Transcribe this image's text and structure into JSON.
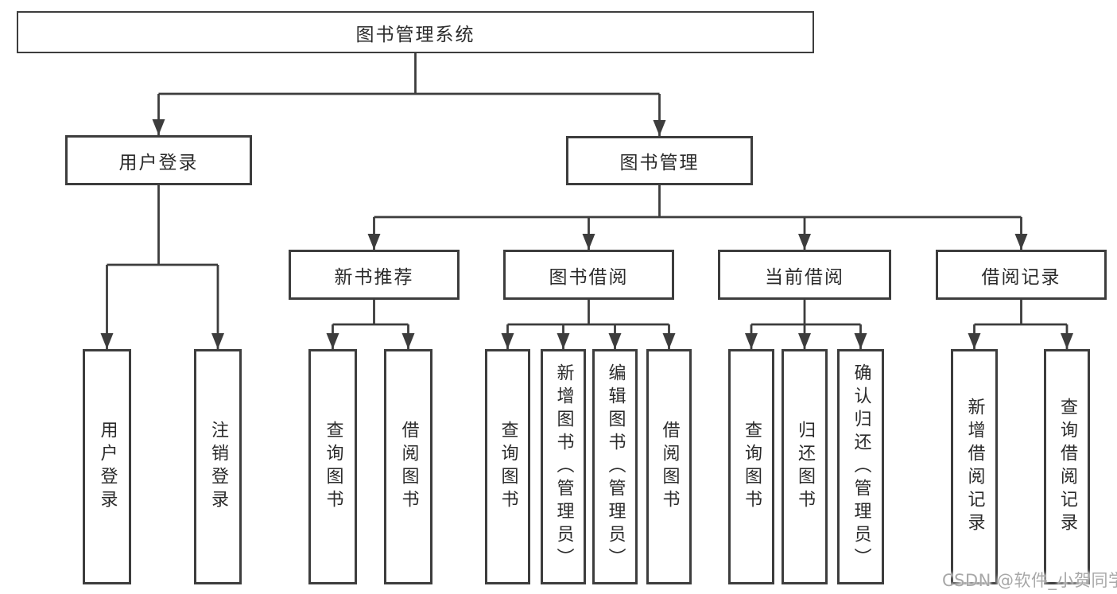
{
  "colors": {
    "line": "#3d3d3d",
    "border": "#3d3d3d",
    "text": "#2b2b2b",
    "watermark": "#a8a8a8",
    "background": "#ffffff"
  },
  "tree": {
    "label": "图书管理系统",
    "children": [
      {
        "label": "用户登录",
        "children": [
          {
            "label": "用户登录"
          },
          {
            "label": "注销登录"
          }
        ]
      },
      {
        "label": "图书管理",
        "children": [
          {
            "label": "新书推荐",
            "children": [
              {
                "label": "查询图书"
              },
              {
                "label": "借阅图书"
              }
            ]
          },
          {
            "label": "图书借阅",
            "children": [
              {
                "label": "查询图书"
              },
              {
                "label": "新增图书（管理员）"
              },
              {
                "label": "编辑图书（管理员）"
              },
              {
                "label": "借阅图书"
              }
            ]
          },
          {
            "label": "当前借阅",
            "children": [
              {
                "label": "查询图书"
              },
              {
                "label": "归还图书"
              },
              {
                "label": "确认归还（管理员）"
              }
            ]
          },
          {
            "label": "借阅记录",
            "children": [
              {
                "label": "新增借阅记录"
              },
              {
                "label": "查询借阅记录"
              }
            ]
          }
        ]
      }
    ]
  },
  "watermark": {
    "text": "CSDN @软件_小贺同学"
  }
}
